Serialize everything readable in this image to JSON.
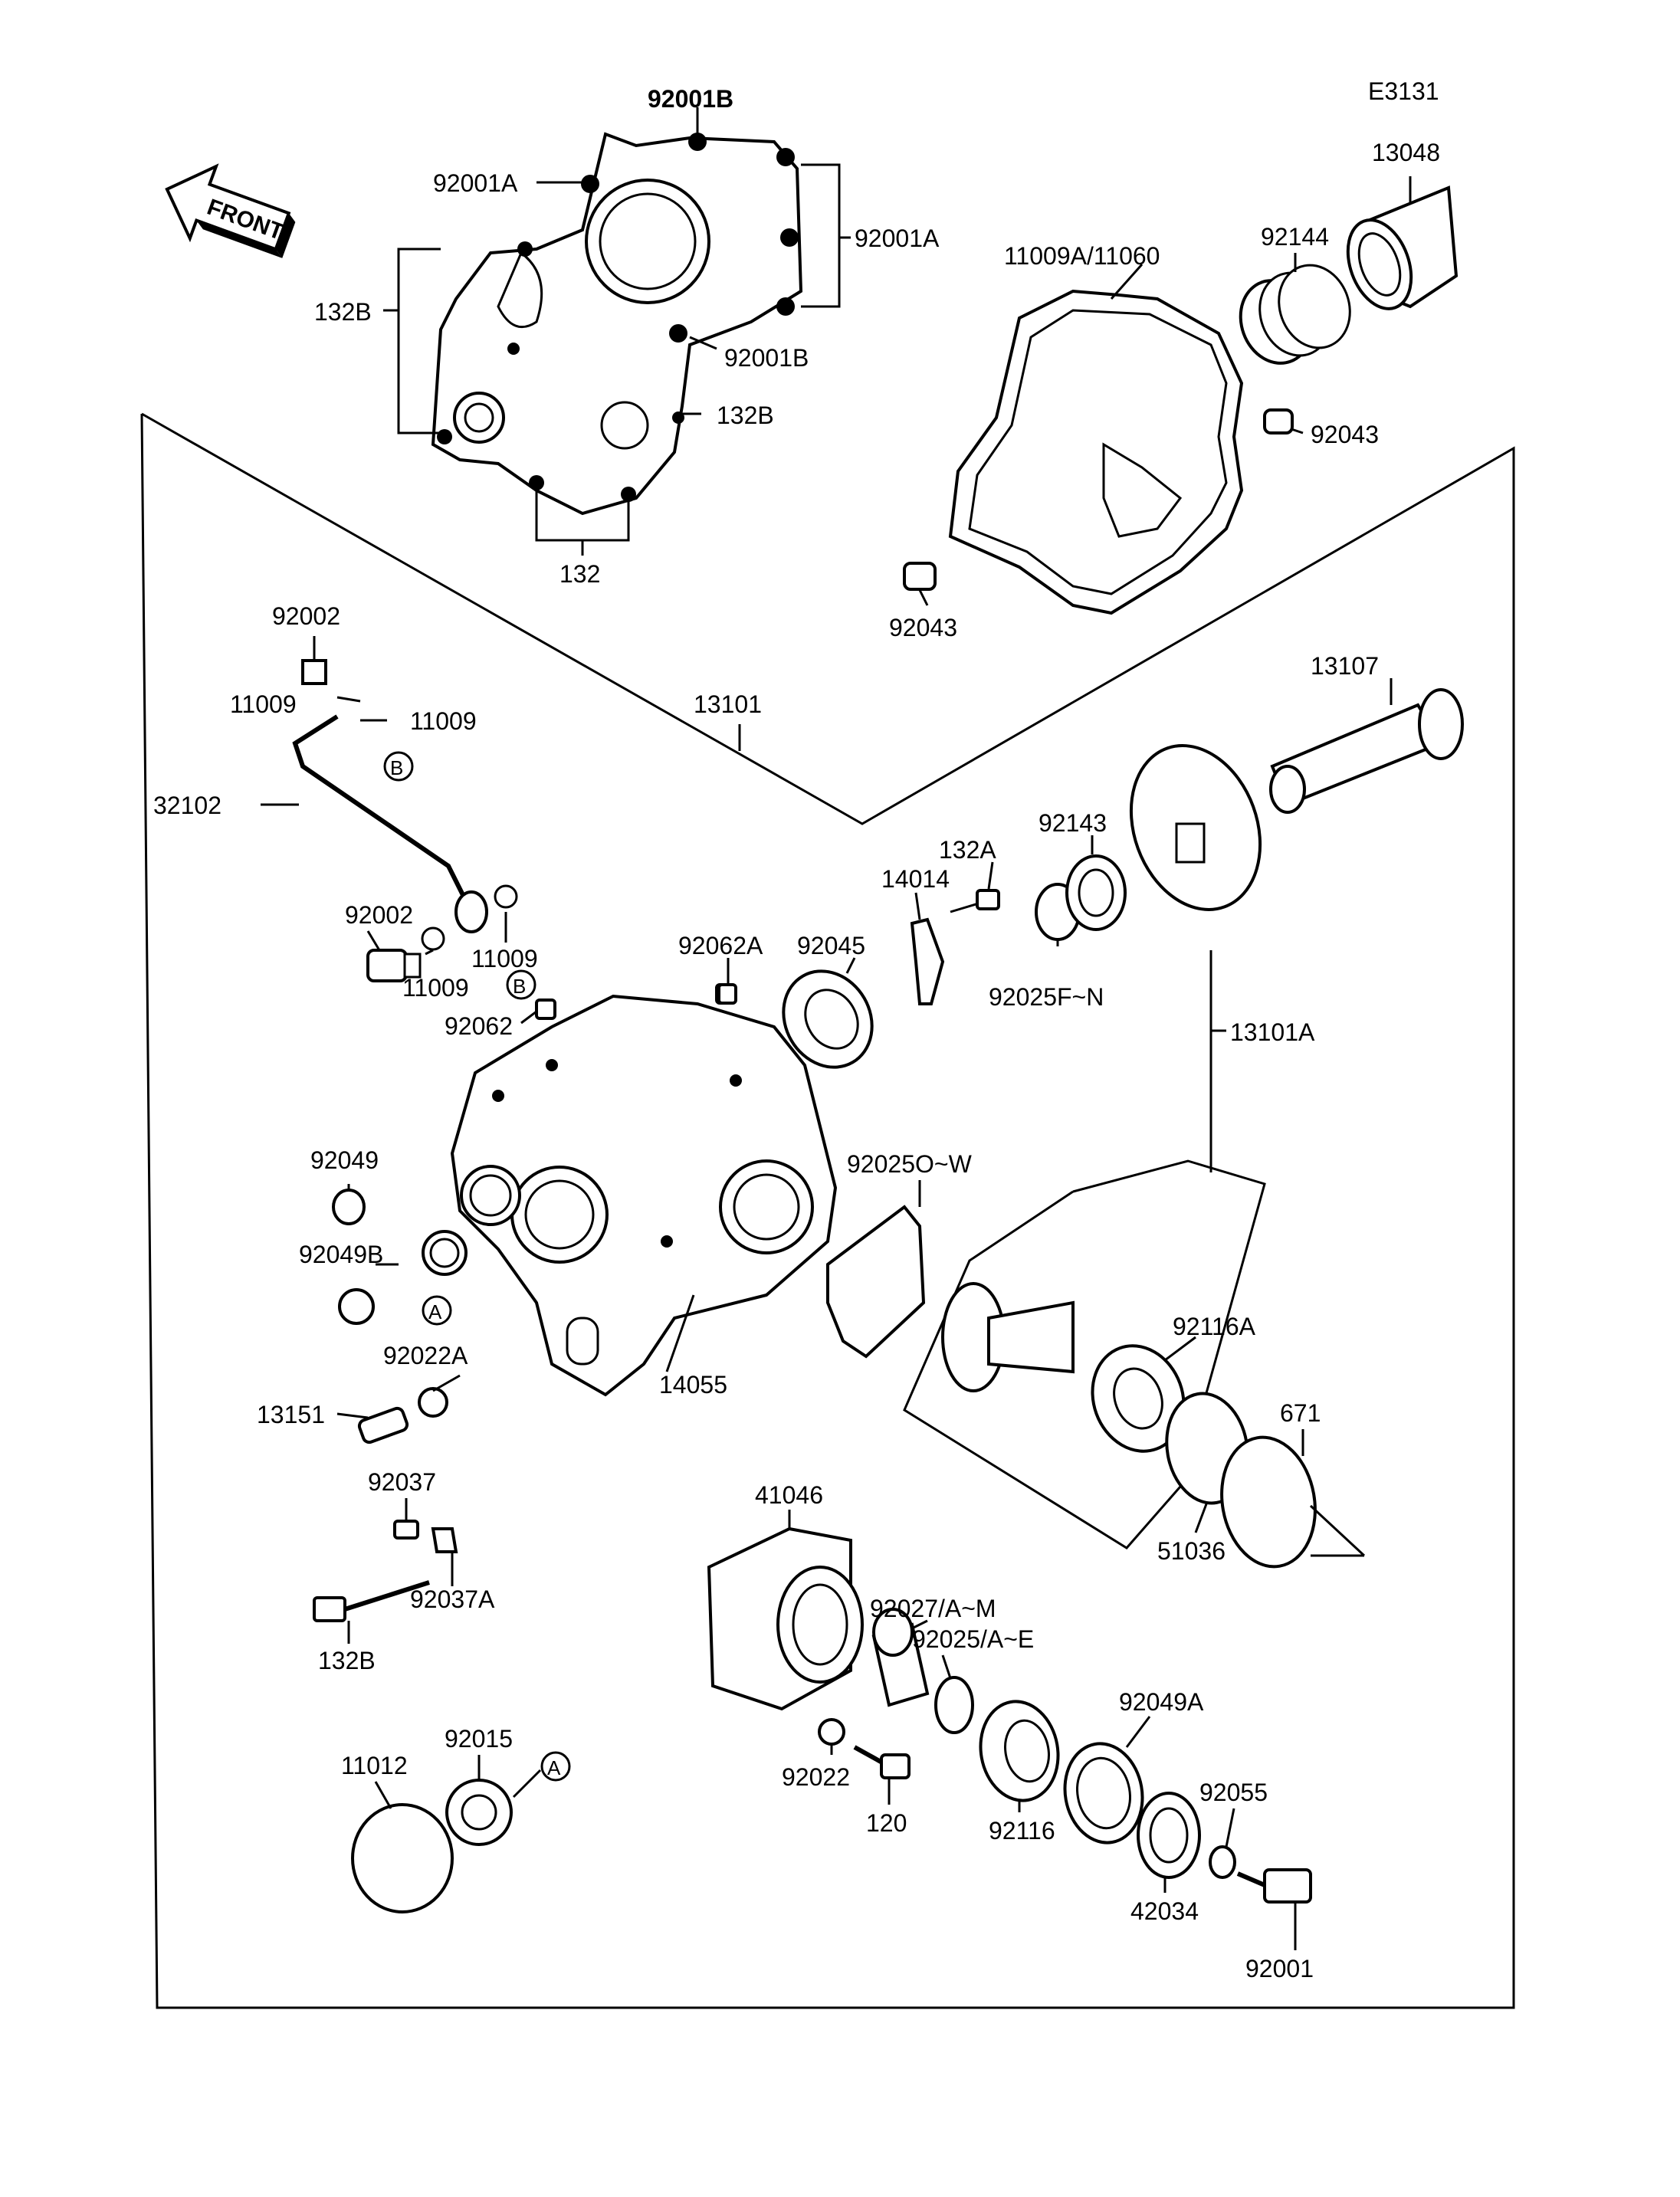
{
  "code": "E3131",
  "front_label": "FRONT",
  "labels": {
    "l_92001B_top": "92001B",
    "l_92001A_left": "92001A",
    "l_92001A_right": "92001A",
    "l_132B_left": "132B",
    "l_92001B_mid": "92001B",
    "l_132B_mid": "132B",
    "l_132": "132",
    "l_13048": "13048",
    "l_92144": "92144",
    "l_11009A": "11009A/11060",
    "l_92043_right": "92043",
    "l_92043_left": "92043",
    "l_92002_top": "92002",
    "l_11009_a": "11009",
    "l_11009_b": "11009",
    "l_13101": "13101",
    "l_13107": "13107",
    "l_32102": "32102",
    "l_132A": "132A",
    "l_92143": "92143",
    "l_14014": "14014",
    "l_92002_mid": "92002",
    "l_11009_c": "11009",
    "l_11009_d": "11009",
    "l_92062A": "92062A",
    "l_92045": "92045",
    "l_92025FN": "92025F~N",
    "l_92062": "92062",
    "l_13101A": "13101A",
    "l_92049": "92049",
    "l_92025OW": "92025O~W",
    "l_92049B": "92049B",
    "l_92116A": "92116A",
    "l_92022A": "92022A",
    "l_14055": "14055",
    "l_671": "671",
    "l_13151": "13151",
    "l_51036": "51036",
    "l_92037": "92037",
    "l_41046": "41046",
    "l_92037A": "92037A",
    "l_92027": "92027/A~M",
    "l_92025AE": "92025/A~E",
    "l_132B_low": "132B",
    "l_92049A": "92049A",
    "l_92015": "92015",
    "l_11012": "11012",
    "l_92055": "92055",
    "l_92022": "92022",
    "l_120": "120",
    "l_92116": "92116",
    "l_42034": "42034",
    "l_92001_low": "92001"
  },
  "circle_markers": {
    "B1": "B",
    "B2": "B",
    "A1": "A",
    "A2": "A"
  }
}
